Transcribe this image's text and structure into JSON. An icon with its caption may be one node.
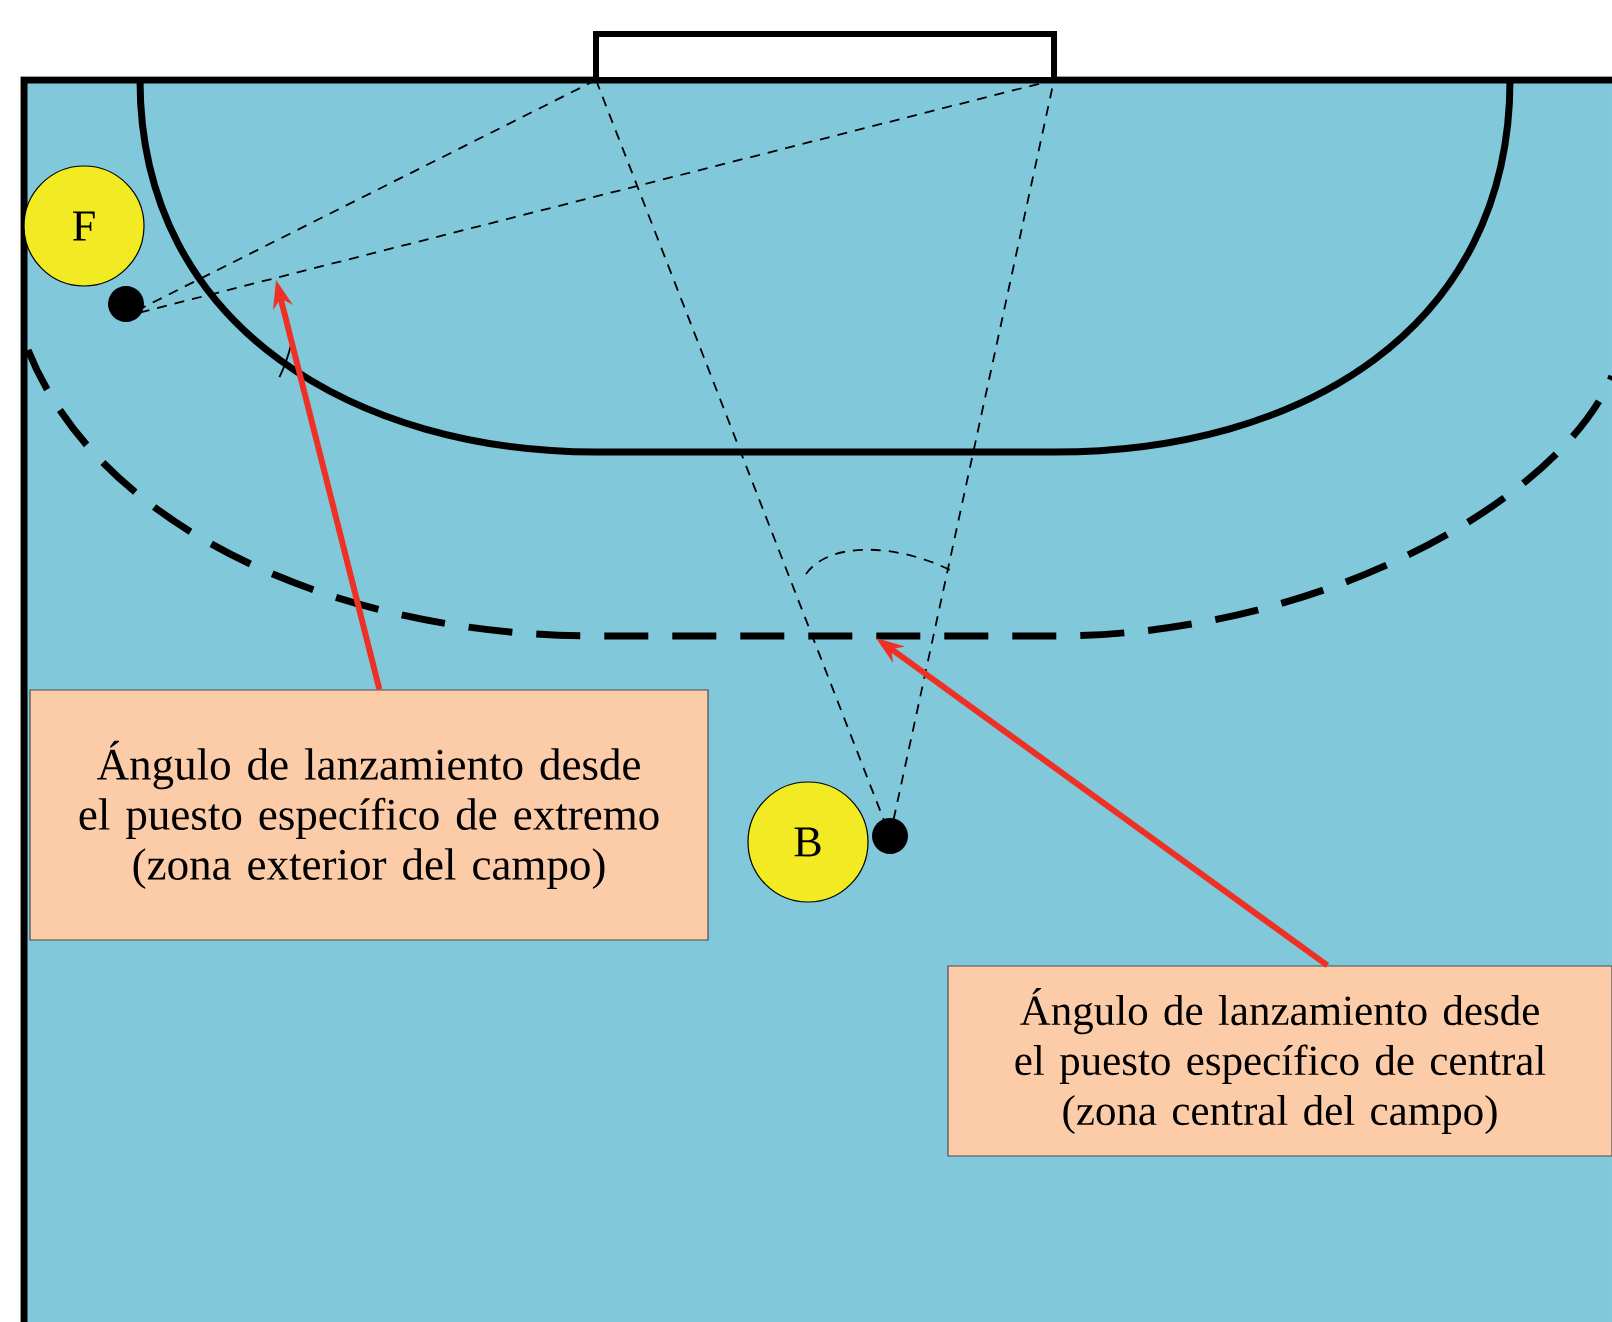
{
  "diagram": {
    "nodes": [
      {
        "text": [
          "F"
        ]
      },
      {
        "text": [
          "B"
        ]
      },
      {
        "text": [
          "Ángulo de lanzamiento desde el puesto específico de extremo (zona exterior del campo)"
        ]
      },
      {
        "text": [
          "Ángulo de lanzamiento desde el puesto específico de central (zona central del campo)"
        ]
      }
    ],
    "edges": [
      {
        "from": 2,
        "to": null,
        "arrow": "to"
      },
      {
        "from": 3,
        "to": null,
        "arrow": "to"
      }
    ]
  }
}
